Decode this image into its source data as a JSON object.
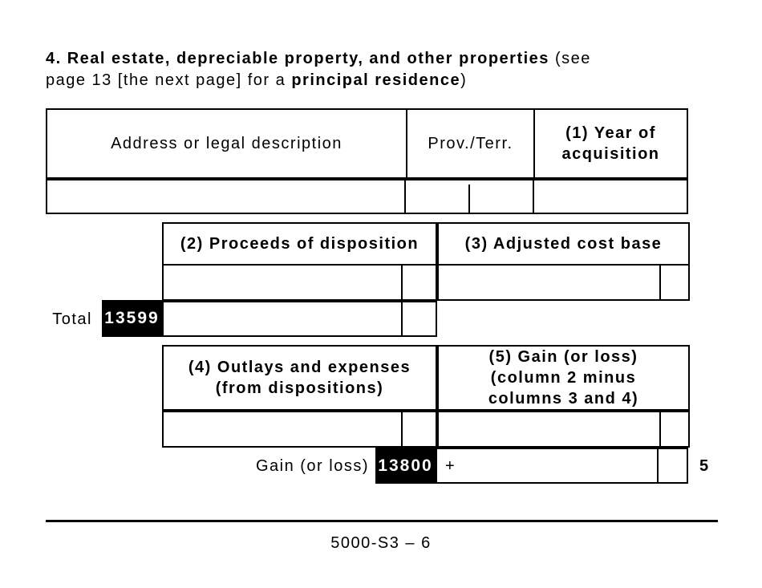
{
  "section4": {
    "title_line1_bold": "4. Real estate, depreciable property, and other properties",
    "title_line1_regular": " (see",
    "title_line2_regular": "page 13 [the next page] for a ",
    "title_line2_bold": "principal residence",
    "title_line2_close": ")"
  },
  "table1": {
    "col_address_header": "Address or legal description",
    "col_prov_header": "Prov./Terr.",
    "col_year_header": "(1) Year of acquisition"
  },
  "table2": {
    "col2_header": "(2) Proceeds of disposition",
    "col3_header": "(3) Adjusted cost base",
    "total_label": "Total",
    "total_field_code": "13599"
  },
  "table3": {
    "col4_header_line1": "(4) Outlays and expenses",
    "col4_header_line2": "(from dispositions)",
    "col5_header_lines": [
      "(5) Gain (or loss)",
      "(column 2 minus",
      "columns 3 and 4)"
    ],
    "gain_label": "Gain (or loss)",
    "gain_field_code": "13800",
    "plus_sign": "+",
    "line_number": "5"
  },
  "footer": {
    "page_label": "5000-S3 – 6"
  },
  "colors": {
    "ink": "#000000",
    "field_code_bg": "#000000",
    "field_code_text": "#ffffff",
    "paper": "#ffffff"
  }
}
